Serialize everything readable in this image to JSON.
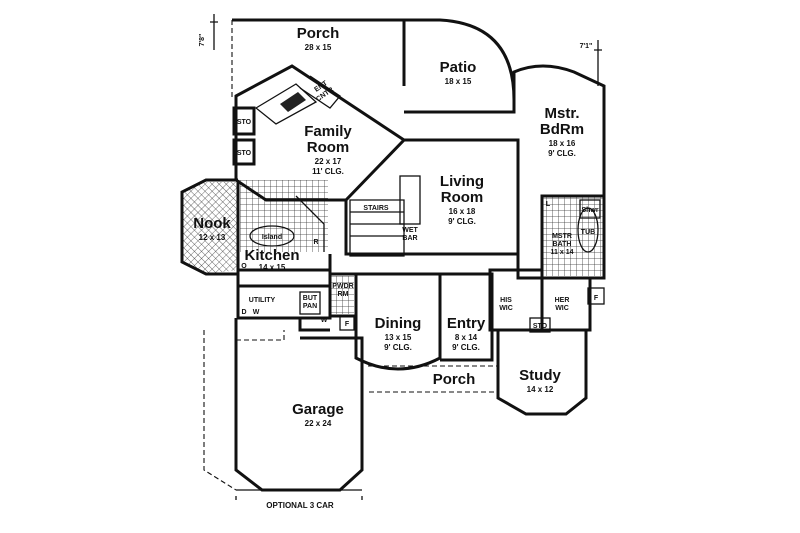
{
  "rooms": {
    "porch_rear": {
      "name": "Porch",
      "size": "28 x 15"
    },
    "patio": {
      "name": "Patio",
      "size": "18 x 15"
    },
    "family": {
      "name1": "Family",
      "name2": "Room",
      "size": "22 x 17",
      "ceiling": "11' CLG."
    },
    "living": {
      "name1": "Living",
      "name2": "Room",
      "size": "16 x 18",
      "ceiling": "9' CLG."
    },
    "master": {
      "name1": "Mstr.",
      "name2": "BdRm",
      "size": "18 x 16",
      "ceiling": "9' CLG."
    },
    "nook": {
      "name": "Nook",
      "size": "12 x 13"
    },
    "kitchen": {
      "name": "Kitchen",
      "size": "14 x 15"
    },
    "island": {
      "name": "Island"
    },
    "dining": {
      "name": "Dining",
      "size": "13 x 15",
      "ceiling": "9' CLG."
    },
    "entry": {
      "name": "Entry",
      "size": "8 x 14",
      "ceiling": "9' CLG."
    },
    "porch_front": {
      "name": "Porch"
    },
    "study": {
      "name": "Study",
      "size": "14 x 12"
    },
    "garage": {
      "name": "Garage",
      "size": "22 x 24"
    }
  },
  "small_labels": {
    "sto_1": "STO",
    "sto_2": "STO",
    "sto_3": "STO",
    "ent_ctr_1": "ENT",
    "ent_ctr_2": "CNTR",
    "stairs": "STAIRS",
    "wet_bar_1": "WET",
    "wet_bar_2": "BAR",
    "utility": "UTILITY",
    "but_pan_1": "BUT",
    "but_pan_2": "PAN",
    "pwdr_rm_1": "PWDR",
    "pwdr_rm_2": "RM",
    "his_wic_1": "HIS",
    "his_wic_2": "WIC",
    "her_wic_1": "HER",
    "her_wic_2": "WIC",
    "mstr_bath_1": "MSTR",
    "mstr_bath_2": "BATH",
    "mstr_bath_3": "11 x 14",
    "shwr": "Shwr",
    "tub": "TUB",
    "optional_garage": "OPTIONAL 3 CAR",
    "dim_left": "7'8\"",
    "dim_right": "7'1\"",
    "fridge": "R",
    "laundry_d": "D",
    "laundry_w": "W",
    "washer_2": "W",
    "furnace_1": "F",
    "furnace_2": "F",
    "linen": "L",
    "oven": "O"
  }
}
